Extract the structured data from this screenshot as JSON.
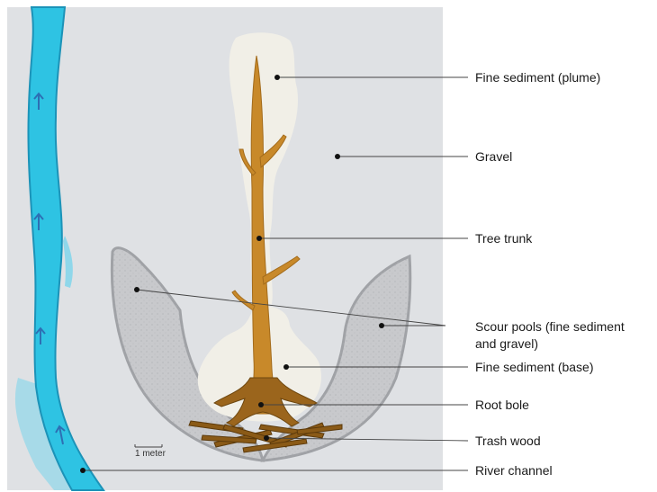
{
  "labels": {
    "fine_plume": "Fine sediment (plume)",
    "gravel": "Gravel",
    "tree_trunk": "Tree trunk",
    "scour_pools_line1": "Scour pools (fine sediment",
    "scour_pools_line2": "and gravel)",
    "fine_base": "Fine sediment (base)",
    "root_bole": "Root bole",
    "trash_wood": "Trash wood",
    "river_channel": "River channel"
  },
  "scale_bar": {
    "label": "1 meter"
  },
  "colors": {
    "gravel_bg": "#dfe1e4",
    "river": "#2ec3e3",
    "river_dark": "#1c93b8",
    "scour_pool": "#c8c9cc",
    "fine_sediment": "#f1efe7",
    "trunk": "#c8892a",
    "root": "#9b651c",
    "arrow": "#2d6fb4"
  },
  "icons": [
    "flow-arrow-icon"
  ]
}
